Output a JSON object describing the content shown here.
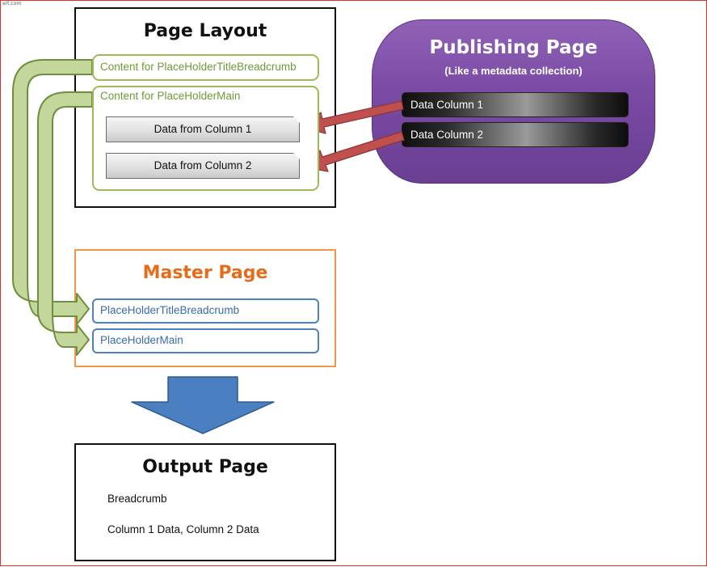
{
  "corner_text": "ert.com",
  "page_layout": {
    "title": "Page Layout",
    "title_breadcrumb_content": "Content for PlaceHolderTitleBreadcrumb",
    "main_content": "Content for PlaceHolderMain",
    "data_col1": "Data from Column 1",
    "data_col2": "Data from Column 2"
  },
  "publishing_page": {
    "title": "Publishing Page",
    "subtitle": "(Like a metadata collection)",
    "col1": "Data Column 1",
    "col2": "Data Column 2"
  },
  "master_page": {
    "title": "Master Page",
    "ph_title": "PlaceHolderTitleBreadcrumb",
    "ph_main": "PlaceHolderMain"
  },
  "output_page": {
    "title": "Output Page",
    "line1": "Breadcrumb",
    "line2": "Column 1 Data, Column 2 Data"
  },
  "colors": {
    "green": "#9bbb59",
    "orange": "#f2974a",
    "blue": "#4f81bd",
    "purple": "#7a4aa4",
    "red_arrow": "#c0504d",
    "down_arrow": "#4a7fc1"
  }
}
